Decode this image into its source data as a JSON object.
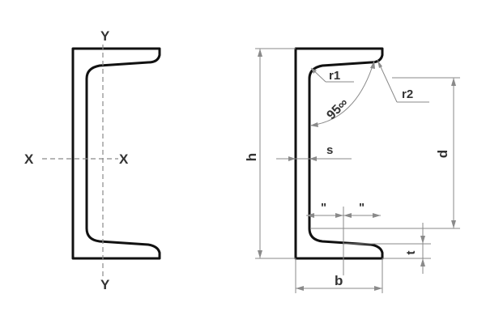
{
  "left_view": {
    "axis_y_top": "Y",
    "axis_y_bottom": "Y",
    "axis_x_left": "X",
    "axis_x_right": "X"
  },
  "right_view": {
    "label_h": "h",
    "label_b": "b",
    "label_d": "d",
    "label_s": "s",
    "label_t": "t",
    "label_r1": "r1",
    "label_r2": "r2",
    "label_angle": "95∞",
    "label_half_left": "\"",
    "label_half_right": "\""
  },
  "colors": {
    "profile": "#111111",
    "dimension": "#8a8a8a",
    "text": "#333333"
  }
}
